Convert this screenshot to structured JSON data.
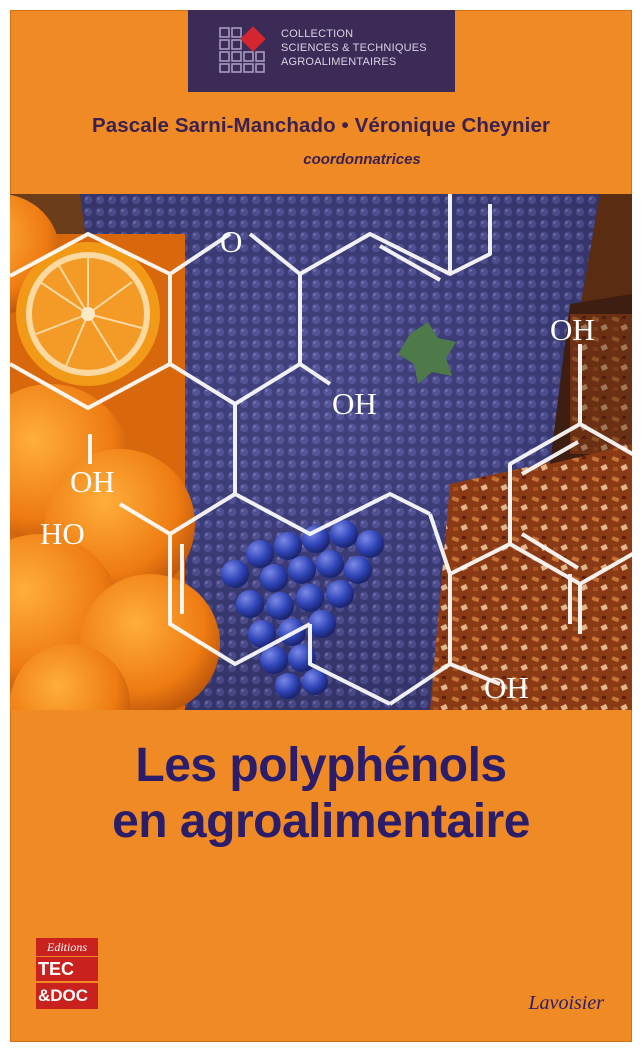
{
  "collection": {
    "lines": [
      "COLLECTION",
      "SCIENCES & TECHNIQUES",
      "AGROALIMENTAIRES"
    ],
    "logo_accent": "#d3262e",
    "banner_color": "#3c2a57"
  },
  "authors": "Pascale Sarni-Manchado • Véronique Cheynier",
  "editors_role": "coordonnatrices",
  "title_lines": [
    "Les polyphénols",
    "en agroalimentaire"
  ],
  "publisher_logo": {
    "editions": "Editions",
    "tec": "TEC",
    "doc": "&DOC"
  },
  "imprint": "Lavoisier",
  "molecule_labels": {
    "o_ring": "O",
    "oh_center": "OH",
    "oh_left": "OH",
    "ho_left": "HO",
    "oh_right_top": "OH",
    "oh_right_bottom": "OH"
  },
  "colors": {
    "cover_orange": "#ef8a25",
    "title_blue": "#2b1d6a",
    "author_purple": "#3a2150",
    "publisher_red": "#c8211e"
  }
}
